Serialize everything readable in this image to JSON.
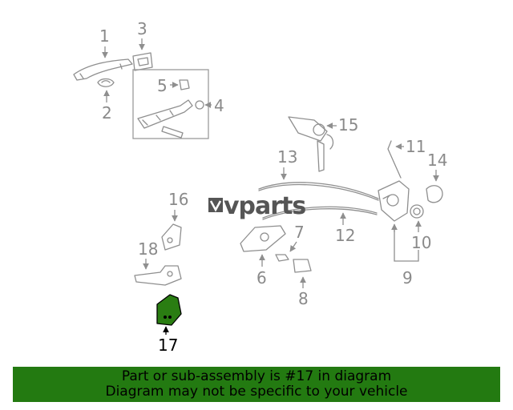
{
  "logo": {
    "text": "vparts",
    "badge_icon": "wrench-v-icon"
  },
  "highlight": {
    "part_number": "17",
    "fill_color": "#2a7d12"
  },
  "callouts": [
    "1",
    "2",
    "3",
    "4",
    "5",
    "6",
    "7",
    "8",
    "9",
    "10",
    "11",
    "12",
    "13",
    "14",
    "15",
    "16",
    "17",
    "18"
  ],
  "banner": {
    "line1": "Part or sub-assembly is #17 in diagram",
    "line2": "Diagram may not be specific to your vehicle",
    "color": "#237a11"
  }
}
